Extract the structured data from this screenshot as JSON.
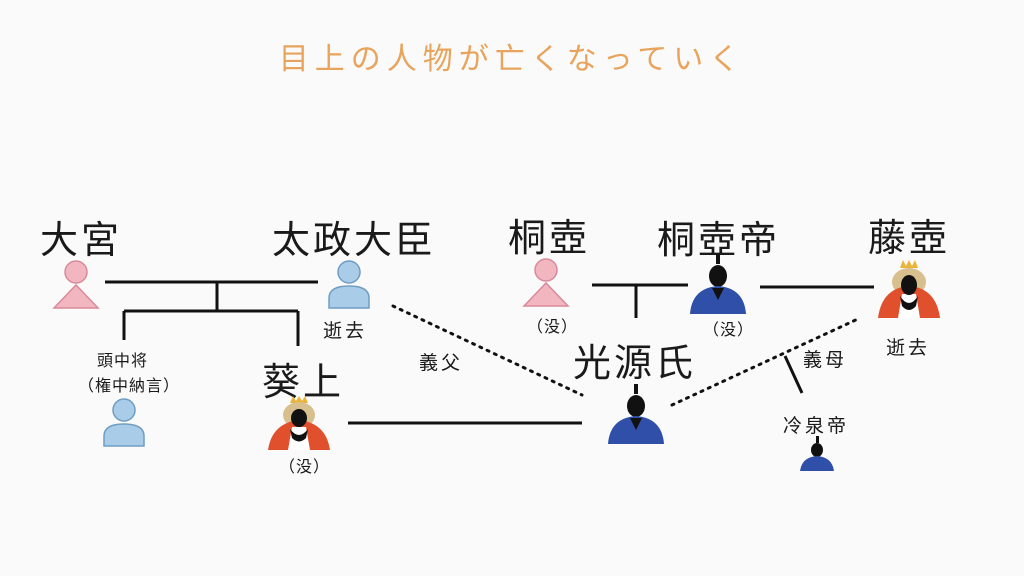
{
  "title": "目上の人物が亡くなっていく",
  "people": {
    "omiya": {
      "name": "大宮"
    },
    "daijodaijin": {
      "name": "太政大臣",
      "status": "逝去"
    },
    "kiritsubo": {
      "name": "桐壺",
      "status": "（没）"
    },
    "kiritsubo_tei": {
      "name": "桐壺帝",
      "status": "（没）"
    },
    "fujitsubo": {
      "name": "藤壺",
      "status": "逝去"
    },
    "tonochujo": {
      "name": "頭中将",
      "subtitle": "（権中納言）"
    },
    "aoi": {
      "name": "葵上",
      "status": "（没）"
    },
    "genji": {
      "name": "光源氏"
    },
    "reizei": {
      "name": "冷泉帝"
    }
  },
  "relations": {
    "gifu": "義父",
    "gibo": "義母"
  },
  "colors": {
    "title": "#e8a45c",
    "female_icon": "#f2b6c1",
    "male_icon": "#a9cde8",
    "emperor_robe": "#2f4fa8",
    "lady_robe": "#e0502c",
    "crown": "#e8b43a"
  },
  "icons": {
    "female_person": "person-pink-icon",
    "male_person": "person-blue-icon",
    "emperor": "emperor-icon",
    "court_lady": "court-lady-icon"
  }
}
